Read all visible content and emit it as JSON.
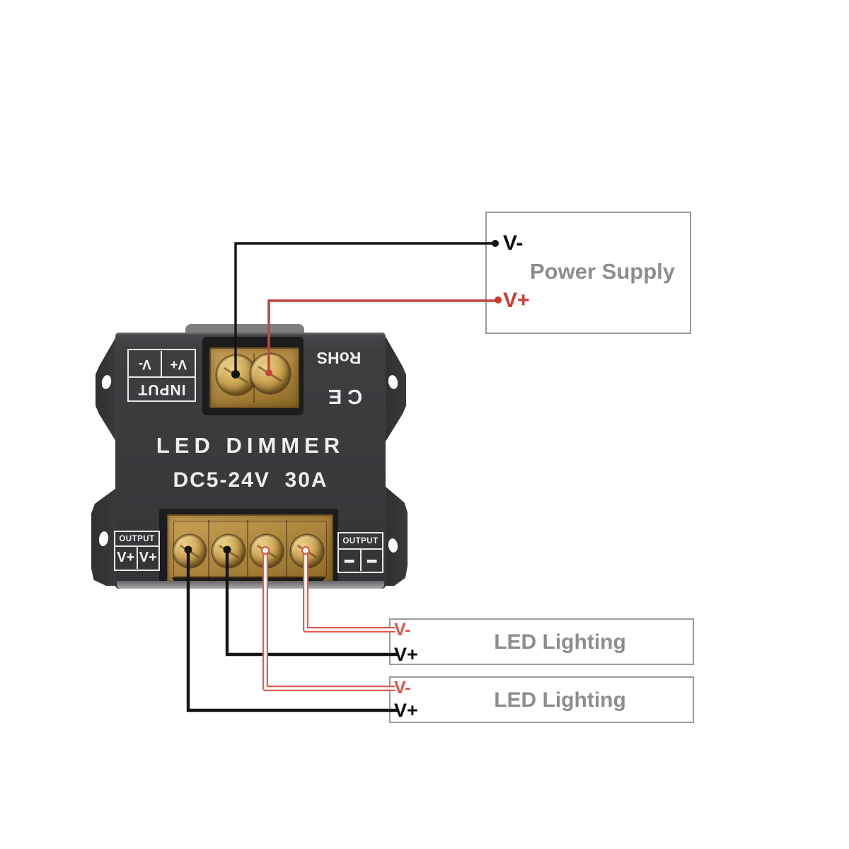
{
  "power_supply": {
    "label": "Power Supply",
    "v_minus": "V-",
    "v_plus": "V+"
  },
  "led_boxes": [
    {
      "label": "LED Lighting",
      "v_minus": "V-",
      "v_plus": "V+"
    },
    {
      "label": "LED Lighting",
      "v_minus": "V-",
      "v_plus": "V+"
    }
  ],
  "device": {
    "title": "LED DIMMER",
    "spec": "DC5-24V  30A",
    "rohs": "RoHS",
    "ce": "CE",
    "input": {
      "label": "INPUT",
      "v_plus": "V+",
      "v_minus": "V-"
    },
    "output_left": {
      "label": "OUTPUT",
      "cell1": "V+",
      "cell2": "V+"
    },
    "output_right": {
      "label": "OUTPUT",
      "cell1": "–",
      "cell2": "–"
    }
  },
  "colors": {
    "wire_black": "#141414",
    "wire_red": "#c2453c",
    "wire_red_light": "#e25a50",
    "box_border": "#9b9b9b",
    "box_label_gray": "#8d8d8d",
    "label_red": "#d5362a",
    "device_body": "#3a3a3d",
    "brass": "#b18a41"
  }
}
